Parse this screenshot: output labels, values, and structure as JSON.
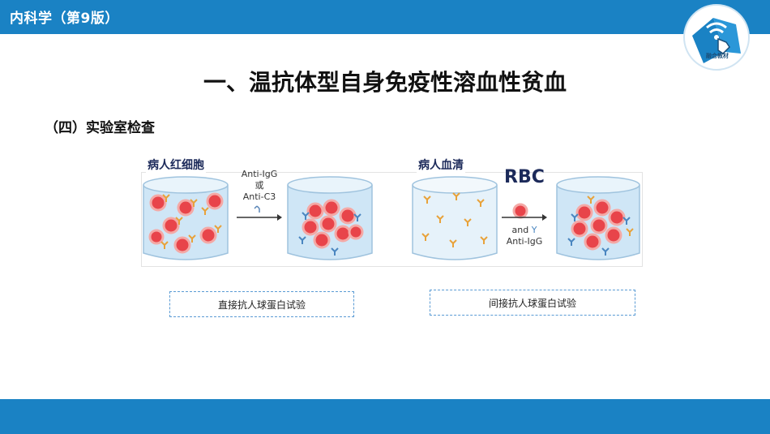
{
  "header": {
    "book_title": "内科学（第9版）",
    "logo_text": "融合教材"
  },
  "slide": {
    "title": "一、温抗体型自身免疫性溶血性贫血",
    "section": "（四）实验室检查"
  },
  "figure": {
    "label_patient_rbc": "病人红细胞",
    "arrow1_line1": "Anti-IgG",
    "arrow1_line2": "或",
    "arrow1_line3": "Anti-C3",
    "label_patient_serum": "病人血清",
    "rbc_label": "RBC",
    "arrow2_line1": "and",
    "arrow2_line2": "Anti-IgG"
  },
  "captions": {
    "direct": "直接抗人球蛋白试验",
    "indirect": "间接抗人球蛋白试验"
  },
  "colors": {
    "bar": "#1a82c4",
    "cell": "#e8444a",
    "antibody": "#e8a23a",
    "liquid": "#cfe6f6"
  }
}
